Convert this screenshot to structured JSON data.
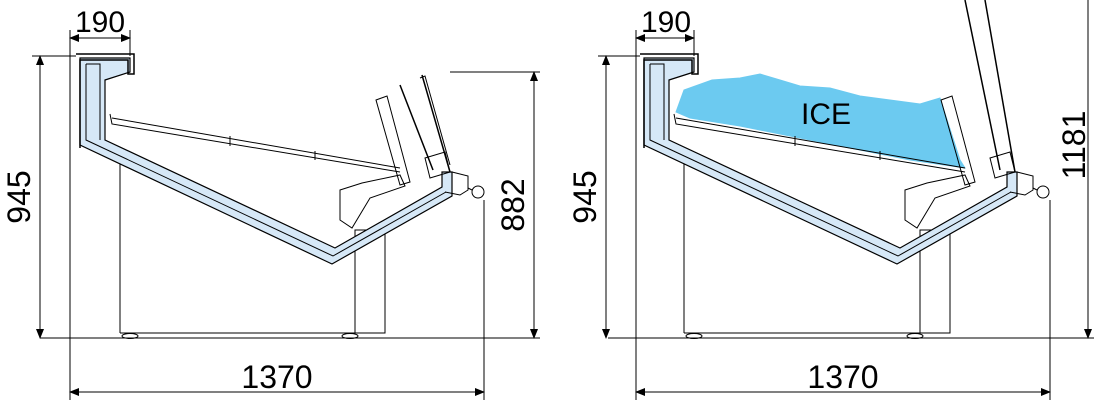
{
  "colors": {
    "insulation": "#d6e8f7",
    "ice": "#6ccaf0",
    "line": "#000000"
  },
  "left_view": {
    "top_width": "190",
    "height": "945",
    "front_height": "882",
    "depth": "1370"
  },
  "right_view": {
    "top_width": "190",
    "height": "945",
    "total_height": "1181",
    "depth": "1370",
    "ice_label": "ICE"
  }
}
